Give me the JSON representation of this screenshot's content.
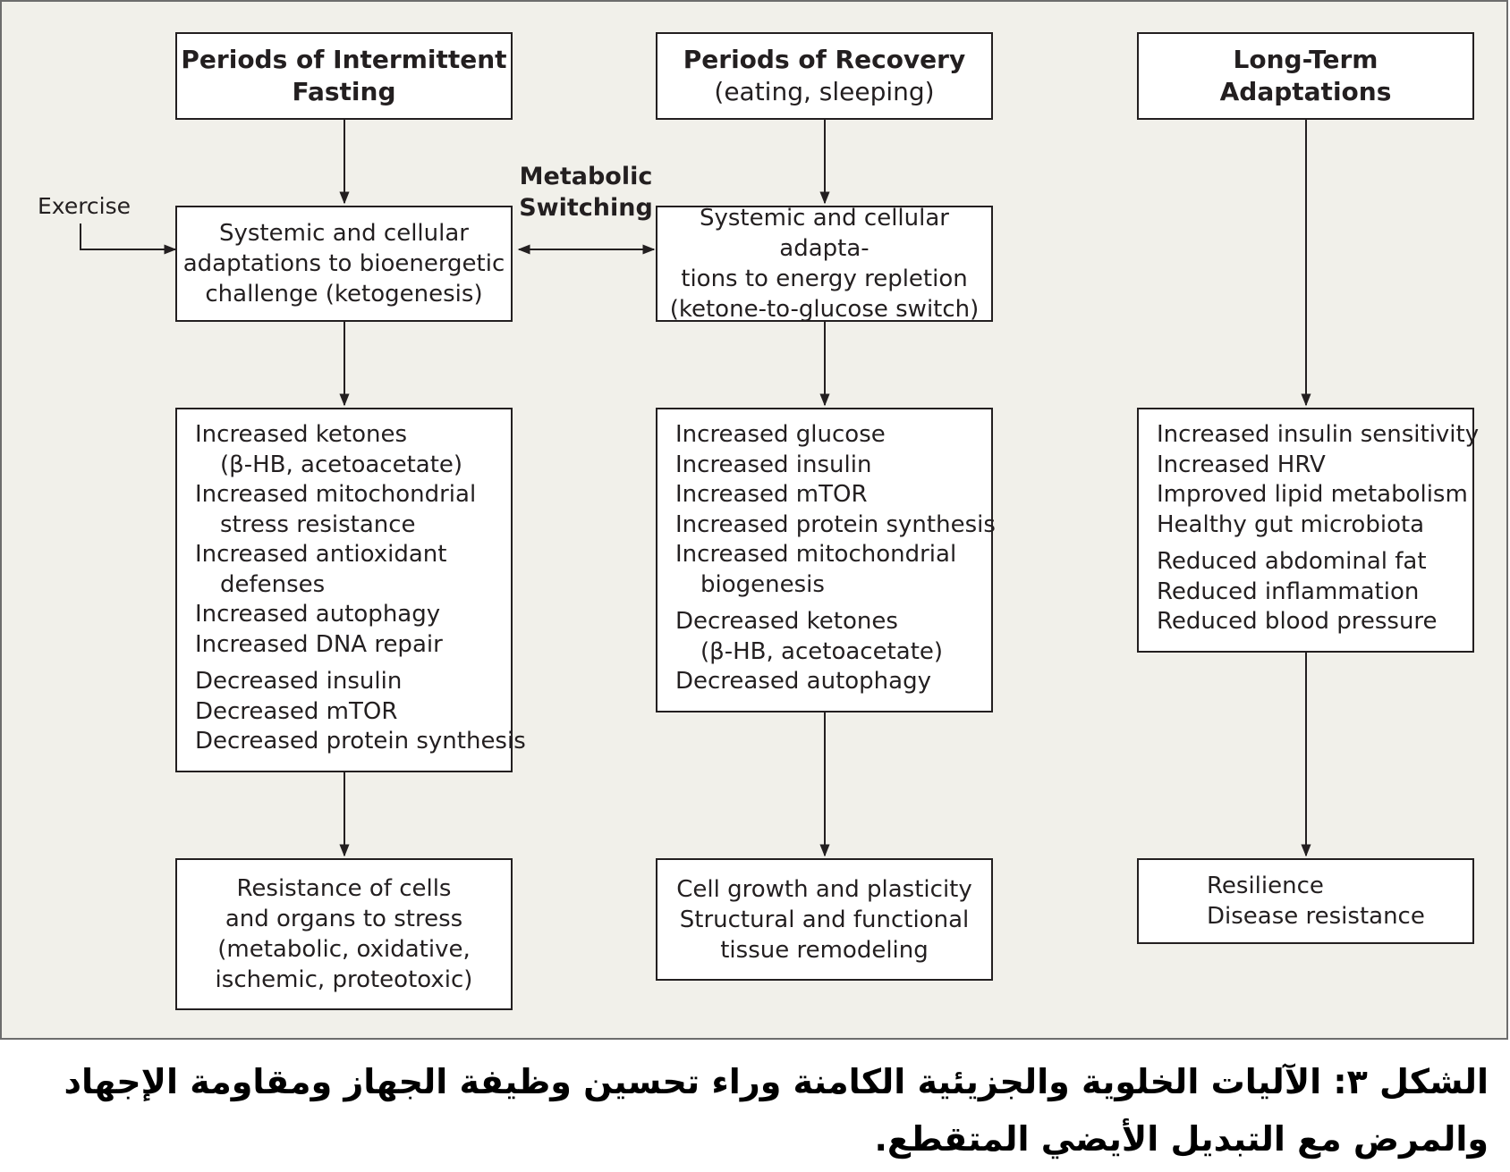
{
  "columns": [
    {
      "header": [
        "Periods of Intermittent",
        "Fasting"
      ],
      "adaptation": [
        "Systemic and cellular",
        "adaptations to bioenergetic",
        "challenge (ketogenesis)"
      ],
      "effects": [
        {
          "text": "Increased ketones",
          "indent": false,
          "gap": false
        },
        {
          "text": "(β-HB, acetoacetate)",
          "indent": true,
          "gap": false
        },
        {
          "text": "Increased mitochondrial",
          "indent": false,
          "gap": false
        },
        {
          "text": "stress resistance",
          "indent": true,
          "gap": false
        },
        {
          "text": "Increased antioxidant",
          "indent": false,
          "gap": false
        },
        {
          "text": "defenses",
          "indent": true,
          "gap": false
        },
        {
          "text": "Increased autophagy",
          "indent": false,
          "gap": false
        },
        {
          "text": "Increased DNA repair",
          "indent": false,
          "gap": false
        },
        {
          "text": "Decreased insulin",
          "indent": false,
          "gap": true
        },
        {
          "text": "Decreased mTOR",
          "indent": false,
          "gap": false
        },
        {
          "text": "Decreased protein synthesis",
          "indent": false,
          "gap": false
        }
      ],
      "outcome": [
        "Resistance of cells",
        "and organs to stress",
        "(metabolic, oxidative,",
        "ischemic, proteotoxic)"
      ]
    },
    {
      "header": [
        "Periods of Recovery",
        "(eating, sleeping)"
      ],
      "adaptation": [
        "Systemic and cellular adapta-",
        "tions to energy repletion",
        "(ketone-to-glucose switch)"
      ],
      "effects": [
        {
          "text": "Increased glucose",
          "indent": false,
          "gap": false
        },
        {
          "text": "Increased insulin",
          "indent": false,
          "gap": false
        },
        {
          "text": "Increased mTOR",
          "indent": false,
          "gap": false
        },
        {
          "text": "Increased protein synthesis",
          "indent": false,
          "gap": false
        },
        {
          "text": "Increased mitochondrial",
          "indent": false,
          "gap": false
        },
        {
          "text": "biogenesis",
          "indent": true,
          "gap": false
        },
        {
          "text": "Decreased ketones",
          "indent": false,
          "gap": true
        },
        {
          "text": "(β-HB, acetoacetate)",
          "indent": true,
          "gap": false
        },
        {
          "text": "Decreased autophagy",
          "indent": false,
          "gap": false
        }
      ],
      "outcome": [
        "Cell growth and plasticity",
        "Structural and functional",
        "tissue remodeling"
      ]
    },
    {
      "header": [
        "Long-Term",
        "Adaptations"
      ],
      "effects": [
        {
          "text": "Increased insulin sensitivity",
          "indent": false,
          "gap": false
        },
        {
          "text": "Increased HRV",
          "indent": false,
          "gap": false
        },
        {
          "text": "Improved lipid metabolism",
          "indent": false,
          "gap": false
        },
        {
          "text": "Healthy gut microbiota",
          "indent": false,
          "gap": false
        },
        {
          "text": "Reduced abdominal fat",
          "indent": false,
          "gap": true
        },
        {
          "text": "Reduced inflammation",
          "indent": false,
          "gap": false
        },
        {
          "text": "Reduced blood pressure",
          "indent": false,
          "gap": false
        }
      ],
      "outcome": [
        "Resilience",
        "Disease resistance"
      ]
    }
  ],
  "exercise_label": "Exercise",
  "switching_label": [
    "Metabolic",
    "Switching"
  ],
  "caption": "الشكل ٣: الآليات الخلوية والجزيئية الكامنة وراء تحسين وظيفة الجهاز ومقاومة الإجهاد والمرض مع التبديل الأيضي المتقطع.",
  "colors": {
    "panel": "#f1f0ea",
    "box": "#ffffff",
    "ink": "#231f20"
  }
}
